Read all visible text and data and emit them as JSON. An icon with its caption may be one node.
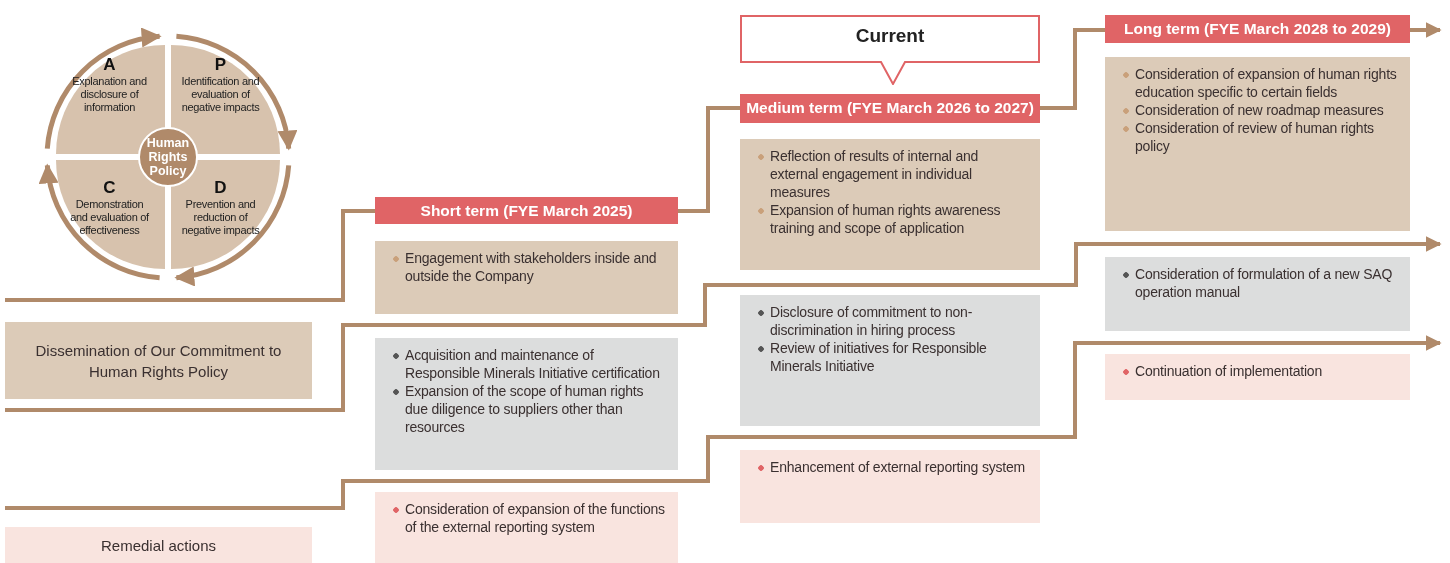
{
  "diagram": {
    "nodes": [
      {
        "text": [
          "A",
          "Explanation and disclosure of information"
        ]
      },
      {
        "text": [
          "P",
          "Identification and evaluation of negative impacts"
        ]
      },
      {
        "text": [
          "Human Rights Policy"
        ]
      },
      {
        "text": [
          "C",
          "Demonstration and evaluation of effectiveness"
        ]
      },
      {
        "text": [
          "D",
          "Prevention and reduction of negative impacts"
        ]
      },
      {
        "text": [
          "Dissemination of Our Commitment to Human Rights Policy"
        ]
      },
      {
        "text": [
          "Remedial actions"
        ]
      },
      {
        "text": [
          "Short term (FYE March 2025)"
        ]
      },
      {
        "text": [
          "Engagement with stakeholders inside and outside the Company"
        ]
      },
      {
        "text": [
          "Acquisition and maintenance of Responsible Minerals Initiative certification",
          "Expansion of the scope of human rights due diligence to suppliers other than resources"
        ]
      },
      {
        "text": [
          "Consideration of expansion of the functions of the external reporting system"
        ]
      },
      {
        "text": [
          "Current"
        ]
      },
      {
        "text": [
          "Medium term (FYE March 2026 to 2027)"
        ]
      },
      {
        "text": [
          "Reflection of results of internal and external engagement in individual measures",
          "Expansion of human rights awareness training and scope of application"
        ]
      },
      {
        "text": [
          "Disclosure of commitment to non-discrimination in hiring process",
          "Review of initiatives for Responsible Minerals Initiative"
        ]
      },
      {
        "text": [
          "Enhancement of external reporting system"
        ]
      },
      {
        "text": [
          "Long term (FYE March 2028 to 2029)"
        ]
      },
      {
        "text": [
          "Consideration of expansion of human rights education specific to certain fields",
          "Consideration of new roadmap measures",
          "Consideration of review of human rights policy"
        ]
      },
      {
        "text": [
          "Consideration of formulation of a new SAQ operation manual"
        ]
      },
      {
        "text": [
          "Continuation of implementation"
        ]
      }
    ],
    "edges": [
      {
        "from": 0,
        "to": 1,
        "arrow": "to"
      },
      {
        "from": 1,
        "to": 4,
        "arrow": "to"
      },
      {
        "from": 4,
        "to": 3,
        "arrow": "to"
      },
      {
        "from": 3,
        "to": 0,
        "arrow": "to"
      }
    ]
  }
}
